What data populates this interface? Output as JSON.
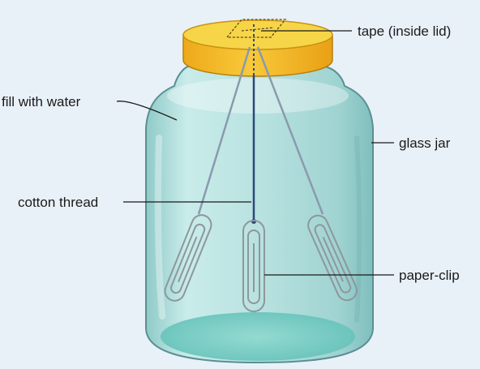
{
  "labels": {
    "tape": "tape (inside lid)",
    "fill": "fill with water",
    "jar": "glass jar",
    "thread": "cotton thread",
    "clip": "paper-clip"
  },
  "colors": {
    "background": "#e9f1f8",
    "lid_top": "#f7d548",
    "lid_side": "#f2b51e",
    "glass": "#bfe3e3",
    "water_surface": "#7fd0c8",
    "thread": "#2b4a7a",
    "string": "#8a9aae",
    "clip": "#8e979c"
  },
  "icons": {
    "container": "glass-jar-icon",
    "lid": "yellow-lid-icon",
    "hanger": "paper-clip-icon"
  }
}
